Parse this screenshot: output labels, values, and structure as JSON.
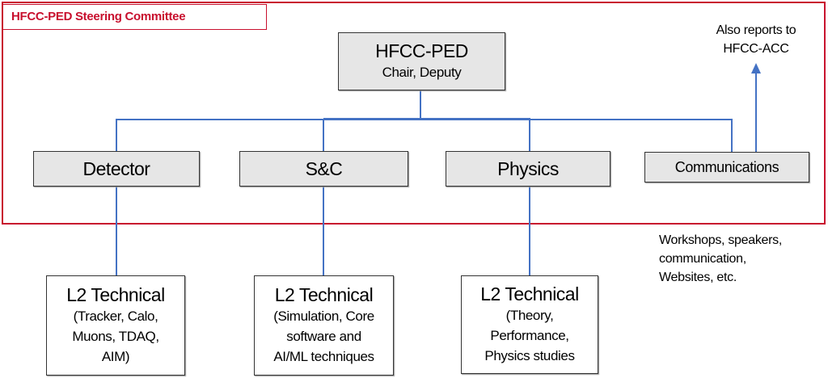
{
  "committee_label": "HFCC-PED Steering Committee",
  "top": {
    "title": "HFCC-PED",
    "subtitle": "Chair, Deputy"
  },
  "groups": [
    {
      "label": "Detector"
    },
    {
      "label": "S&C"
    },
    {
      "label": "Physics"
    },
    {
      "label": "Communications"
    }
  ],
  "also_reports": {
    "line1": "Also reports to",
    "line2": "HFCC-ACC"
  },
  "communications_note": [
    "Workshops, speakers,",
    "communication,",
    "Websites, etc."
  ],
  "l2": [
    {
      "title": "L2 Technical",
      "lines": [
        "(Tracker, Calo,",
        "Muons, TDAQ,",
        "AIM)"
      ]
    },
    {
      "title": "L2 Technical",
      "lines": [
        "(Simulation, Core",
        "software and",
        "AI/ML techniques"
      ]
    },
    {
      "title": "L2 Technical",
      "lines": [
        "(Theory,",
        "Performance,",
        "Physics studies"
      ]
    }
  ],
  "colors": {
    "frame": "#c8102e",
    "connector": "#4472c4",
    "box_fill": "#e6e6e6"
  }
}
